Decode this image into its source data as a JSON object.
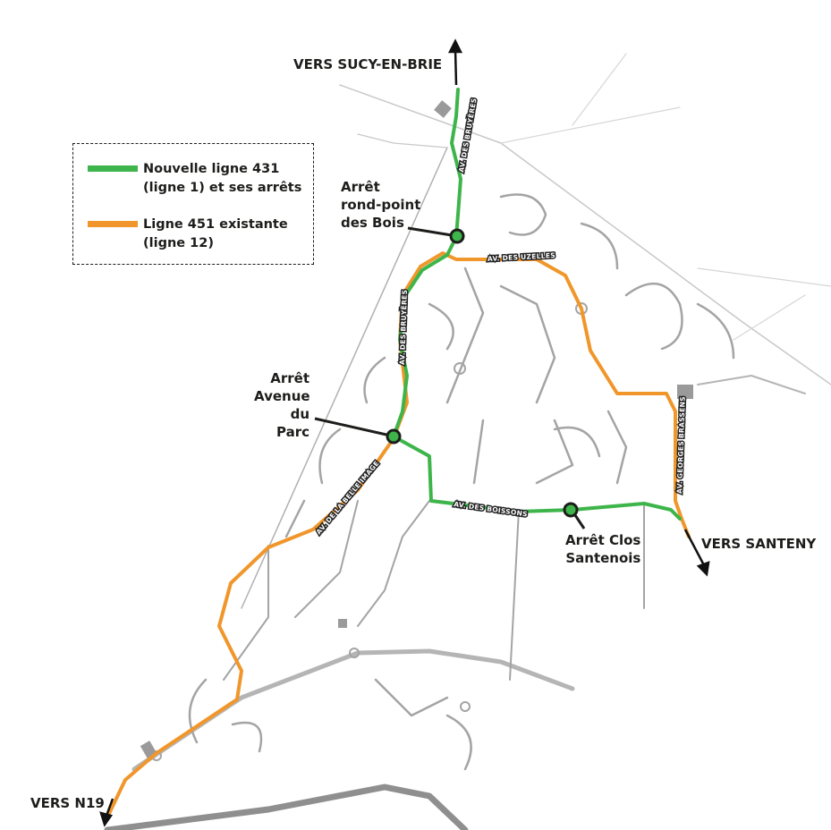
{
  "legend": {
    "items": [
      {
        "line1": "Nouvelle ligne 431",
        "line2": "(ligne 1) et ses arrêts",
        "color": "#3db54a"
      },
      {
        "line1": "Ligne 451 existante",
        "line2": "(ligne 12)",
        "color": "#f0962a"
      }
    ]
  },
  "directions": {
    "north": "VERS SUCY-EN-BRIE",
    "east": "VERS SANTENY",
    "southwest": "VERS N19"
  },
  "stops": [
    {
      "line1": "Arrêt",
      "line2": "rond-point",
      "line3": "des Bois"
    },
    {
      "line1": "Arrêt",
      "line2": "Avenue",
      "line3": "du Parc"
    },
    {
      "line1": "Arrêt Clos",
      "line2": "Santenois"
    }
  ],
  "streets": {
    "bruyeres": "AV. DES BRUYÈRES",
    "uzelles": "AV. DES UZELLES",
    "belle_image": "AV. DE LA BELLE IMAGE",
    "boissons": "AV. DES BOISSONS",
    "brassens": "AV. GEORGES BRASSENS"
  },
  "colors": {
    "green": "#3db54a",
    "orange": "#f0962a",
    "road": "#9d9d9d"
  }
}
